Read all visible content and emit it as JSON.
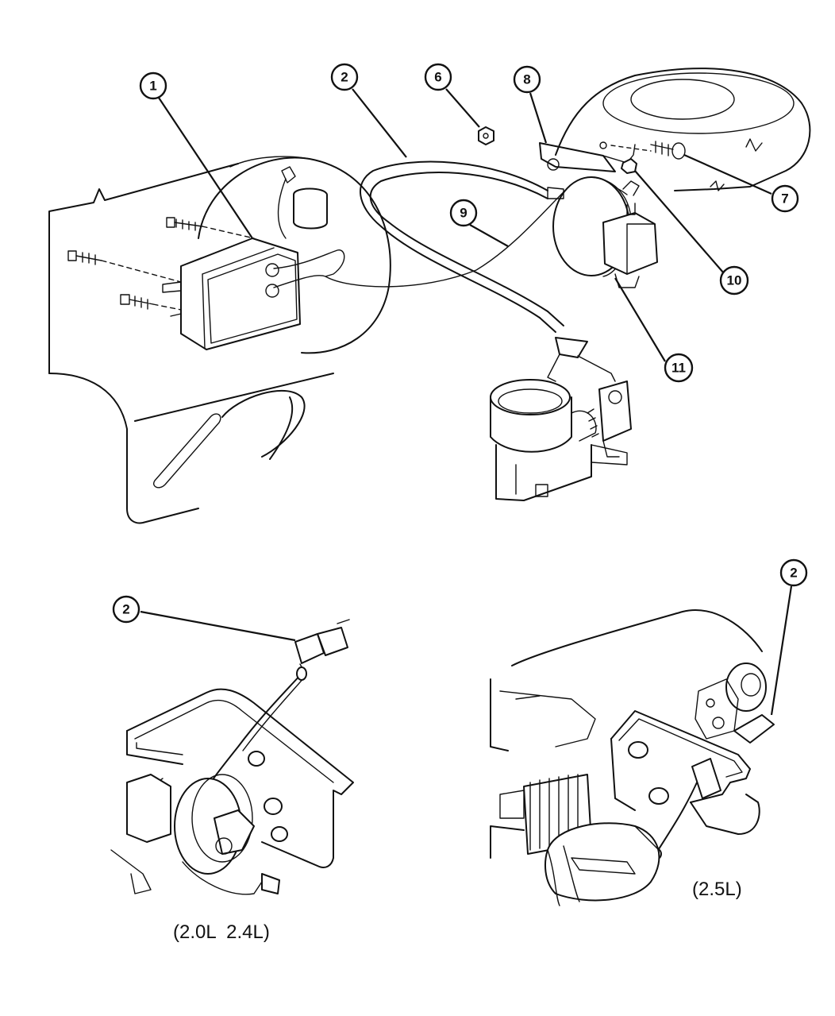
{
  "callouts": {
    "c1": "1",
    "c2": "2",
    "c6": "6",
    "c8": "8",
    "c9": "9",
    "c7": "7",
    "c10": "10",
    "c11": "11",
    "c2_left_detail": "2",
    "c2_right_detail": "2"
  },
  "captions": {
    "left_detail": "(2.0L  2.4L)",
    "right_detail": "(2.5L)"
  }
}
